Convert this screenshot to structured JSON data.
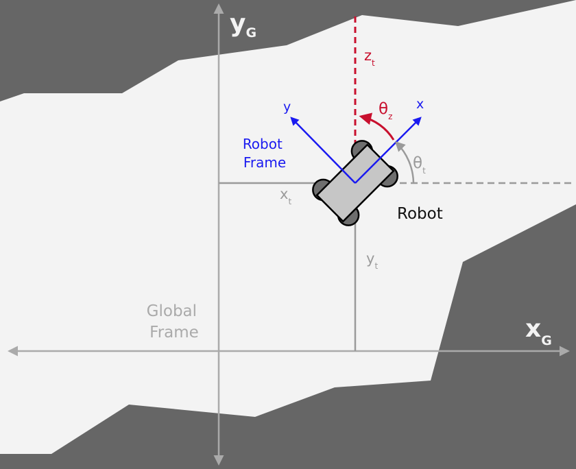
{
  "colors": {
    "background": "#666666",
    "free_space": "#f3f3f3",
    "global_axis": "#aaaaaa",
    "offset_line": "#9a9a9a",
    "robot_axis": "#1a1af0",
    "z_axis": "#c8102e",
    "robot_body": "#c6c6c6",
    "robot_wheel": "#6e6e6e",
    "robot_outline": "#000000",
    "label_dark": "#111111"
  },
  "global_frame": {
    "label_line1": "Global",
    "label_line2": "Frame",
    "x_axis": {
      "base": "x",
      "sub": "G"
    },
    "y_axis": {
      "base": "y",
      "sub": "G"
    }
  },
  "robot_frame": {
    "label_line1": "Robot",
    "label_line2": "Frame",
    "x_axis_label": "x",
    "y_axis_label": "y"
  },
  "robot": {
    "label": "Robot",
    "heading_deg": 45
  },
  "annotations": {
    "x_t": {
      "base": "x",
      "sub": "t"
    },
    "y_t": {
      "base": "y",
      "sub": "t"
    },
    "z_t": {
      "base": "z",
      "sub": "t"
    },
    "theta_t": {
      "base": "θ",
      "sub": "t"
    },
    "theta_z": {
      "base": "θ",
      "sub": "z"
    }
  }
}
